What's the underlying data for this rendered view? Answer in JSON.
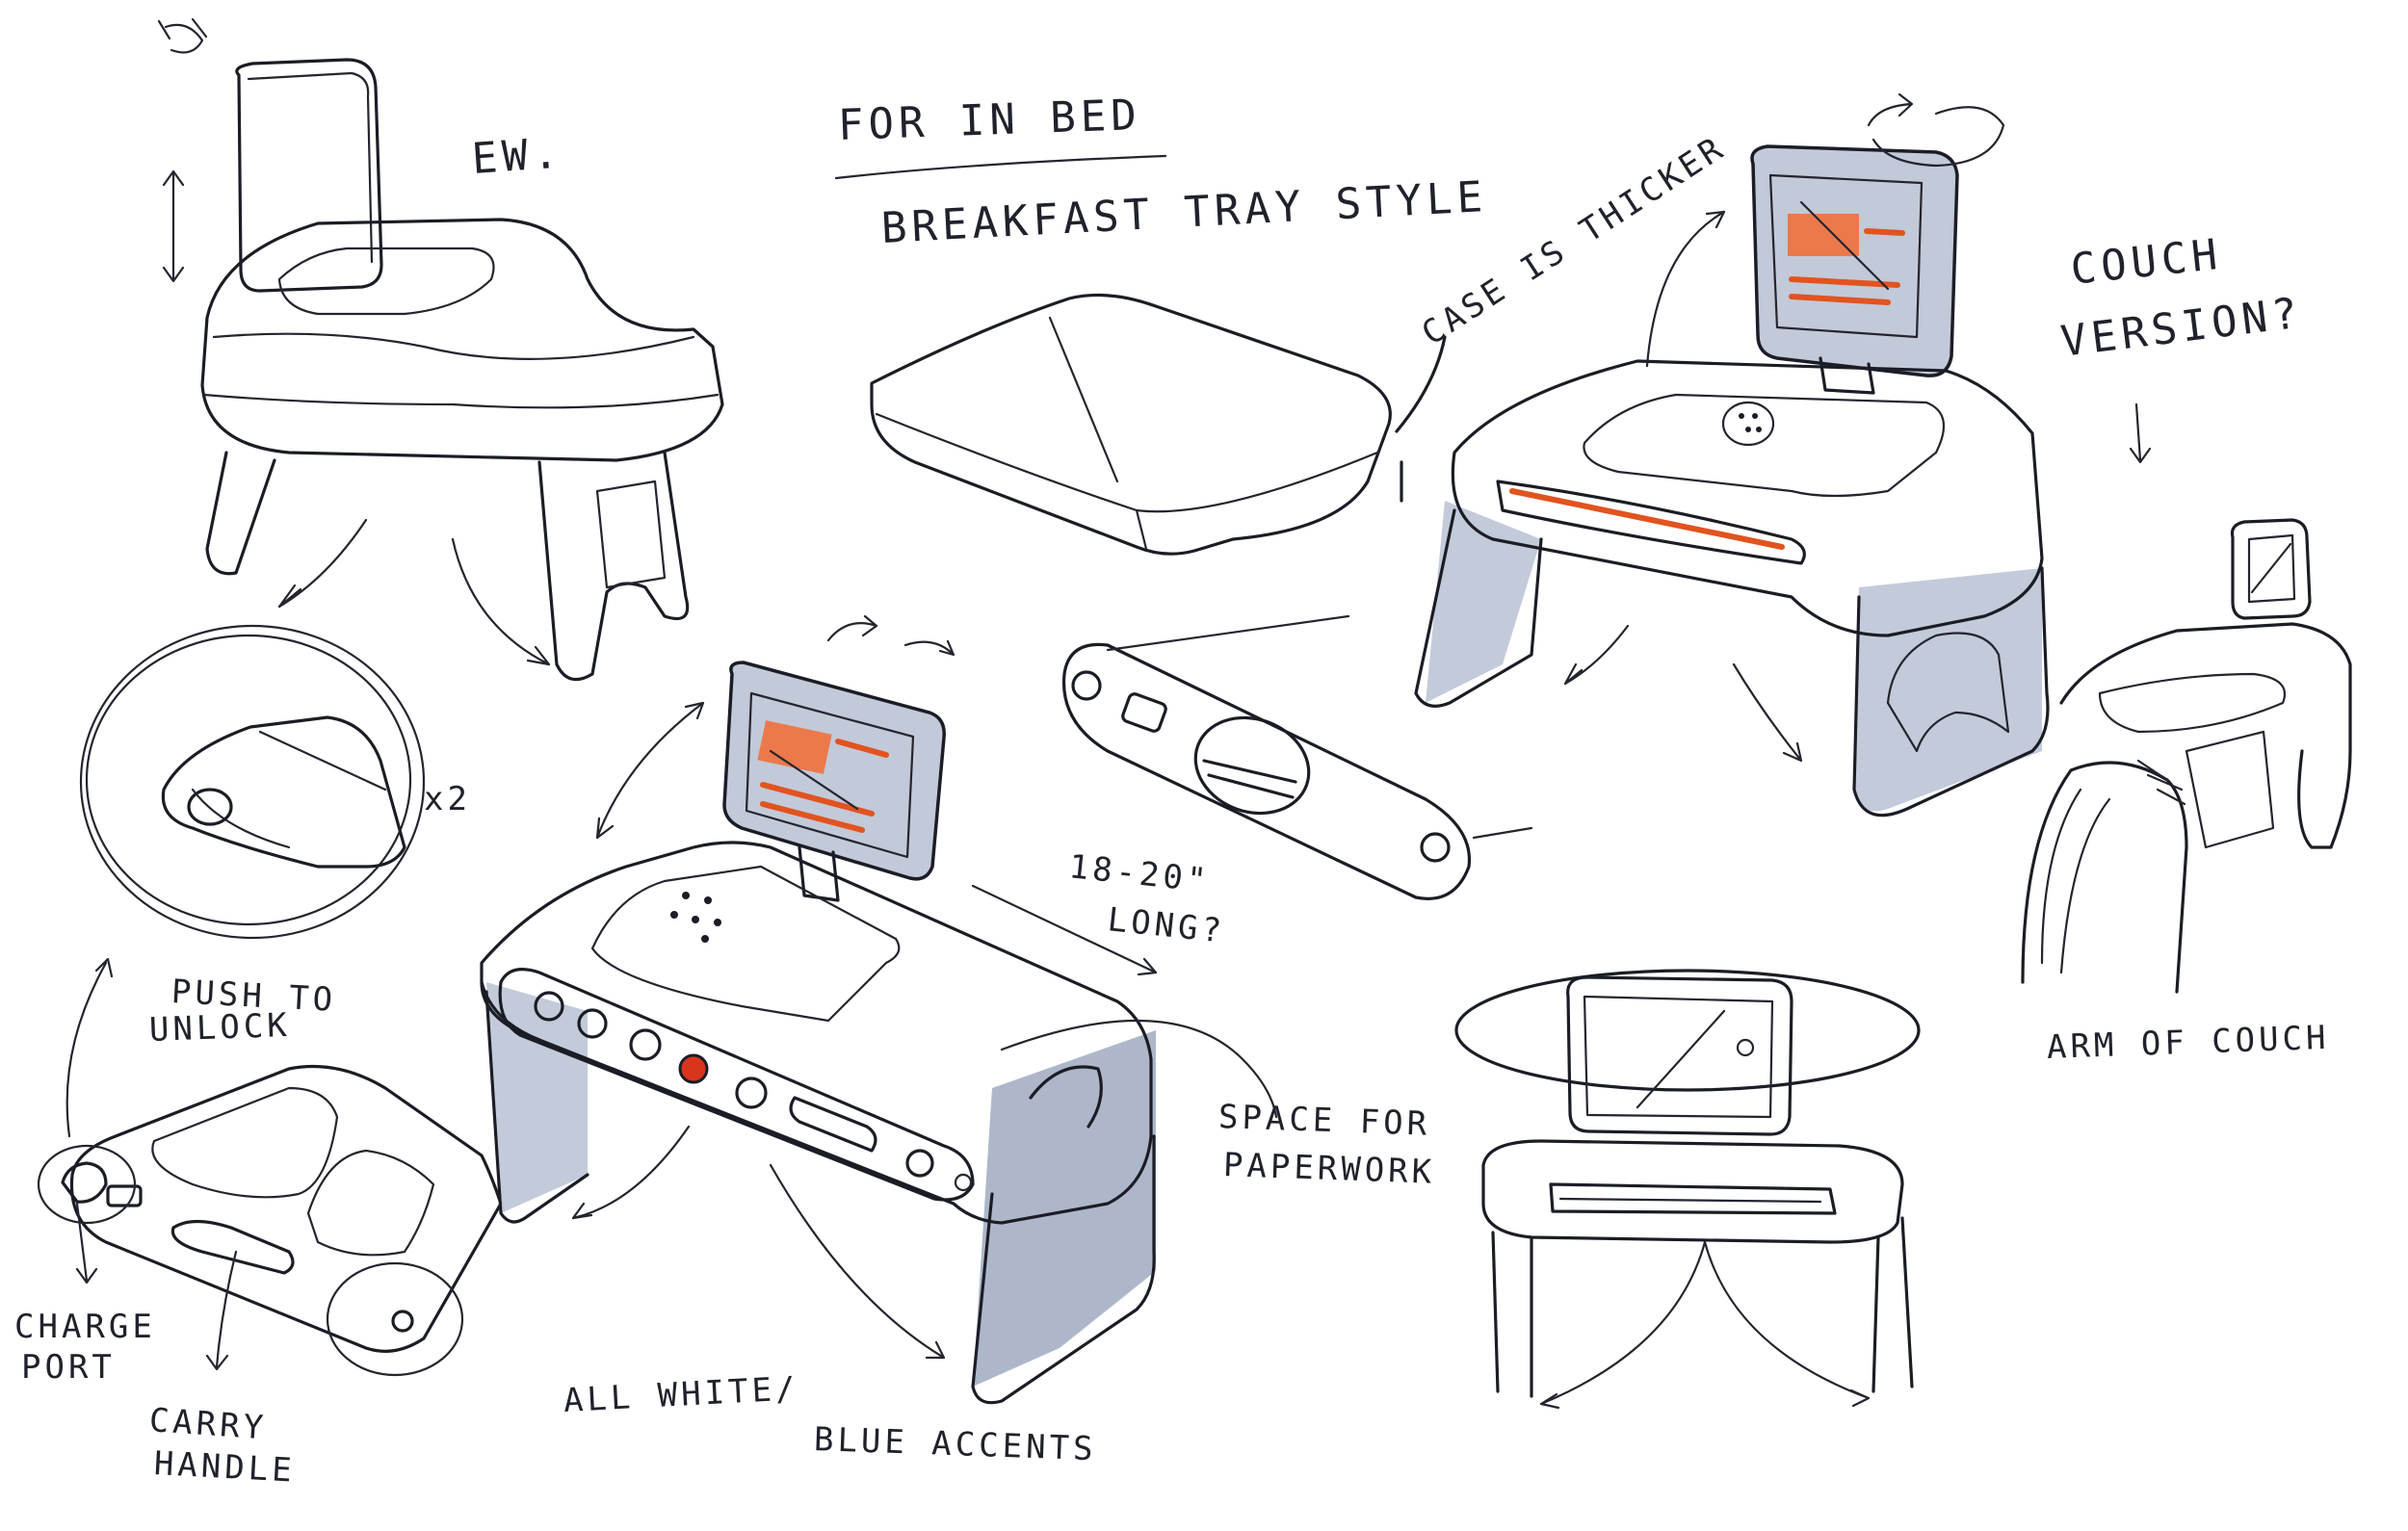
{
  "notes": {
    "title_line1": "FOR IN BED",
    "title_line2": "BREAKFAST TRAY STYLE",
    "case": "CASE IS THICKER",
    "couch_q1": "COUCH",
    "couch_q2": "VERSION?",
    "ew": "EW.",
    "x2": "x2",
    "length1": "18-20\"",
    "length2": "LONG?",
    "push1": "PUSH TO",
    "push2": "UNLOCK",
    "space1": "SPACE FOR",
    "space2": "PAPERWORK",
    "arm": "ARM OF COUCH",
    "charge1": "CHARGE",
    "charge2": "PORT",
    "carry1": "CARRY",
    "carry2": "HANDLE",
    "colors1": "ALL WHITE/",
    "colors2": "BLUE ACCENTS"
  },
  "colors": {
    "ink": "#1b1d26",
    "accent_blue": "#b9c2d4",
    "accent_orange": "#f0703c"
  }
}
